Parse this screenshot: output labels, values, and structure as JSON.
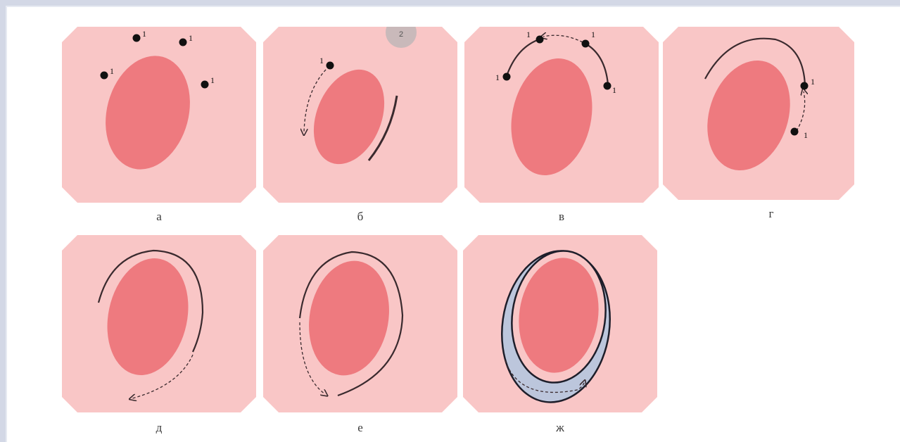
{
  "colors": {
    "cell_bg": "#f9c6c6",
    "nucleus": "#ee7a7f",
    "line": "#3a2a2e",
    "marker": "#111111",
    "ring_fill": "#bcc6dc",
    "frame": "#d3d8e6"
  },
  "panels": [
    {
      "id": "a",
      "caption": "а",
      "markers": [
        "1",
        "1",
        "1",
        "1"
      ]
    },
    {
      "id": "b",
      "caption": "б",
      "markers": [
        "1"
      ],
      "badge": "2"
    },
    {
      "id": "v",
      "caption": "в",
      "markers": [
        "1",
        "1",
        "1",
        "1"
      ]
    },
    {
      "id": "g",
      "caption": "г",
      "markers": [
        "1",
        "1"
      ]
    },
    {
      "id": "d",
      "caption": "д"
    },
    {
      "id": "e",
      "caption": "е"
    },
    {
      "id": "zh",
      "caption": "ж"
    }
  ]
}
